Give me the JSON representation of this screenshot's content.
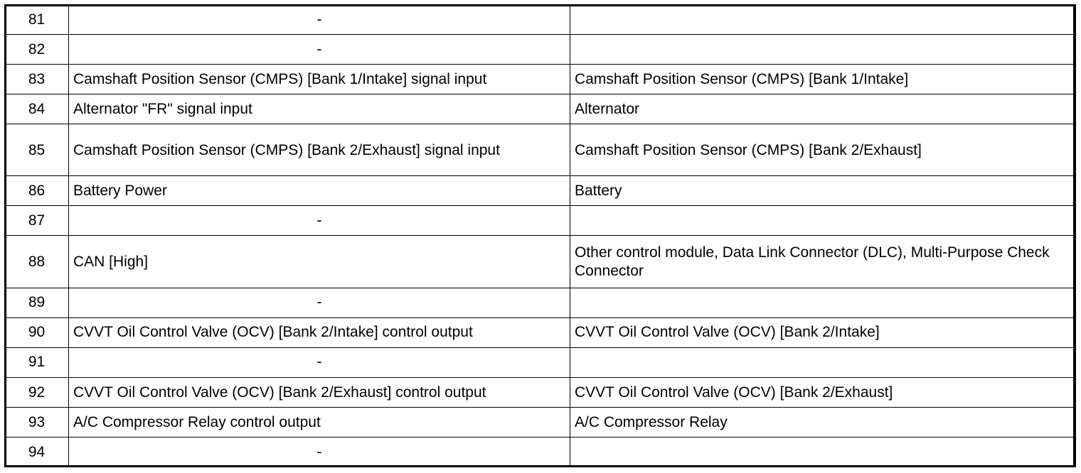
{
  "table": {
    "rows": [
      {
        "pin": "81",
        "description": "-",
        "connected_to": ""
      },
      {
        "pin": "82",
        "description": "-",
        "connected_to": ""
      },
      {
        "pin": "83",
        "description": "Camshaft Position Sensor (CMPS) [Bank 1/Intake] signal input",
        "connected_to": "Camshaft Position Sensor (CMPS) [Bank 1/Intake]"
      },
      {
        "pin": "84",
        "description": "Alternator \"FR\" signal input",
        "connected_to": "Alternator"
      },
      {
        "pin": "85",
        "description": "Camshaft Position Sensor (CMPS) [Bank 2/Exhaust] signal input",
        "connected_to": "Camshaft Position Sensor (CMPS) [Bank 2/Exhaust]"
      },
      {
        "pin": "86",
        "description": "Battery Power",
        "connected_to": "Battery"
      },
      {
        "pin": "87",
        "description": "-",
        "connected_to": ""
      },
      {
        "pin": "88",
        "description": "CAN [High]",
        "connected_to": "Other control module, Data Link Connector (DLC), Multi-Purpose Check Connector"
      },
      {
        "pin": "89",
        "description": "-",
        "connected_to": ""
      },
      {
        "pin": "90",
        "description": "CVVT Oil Control Valve (OCV) [Bank 2/Intake] control output",
        "connected_to": "CVVT Oil Control Valve (OCV) [Bank 2/Intake]"
      },
      {
        "pin": "91",
        "description": "-",
        "connected_to": ""
      },
      {
        "pin": "92",
        "description": "CVVT Oil Control Valve (OCV) [Bank 2/Exhaust] control output",
        "connected_to": "CVVT Oil Control Valve (OCV) [Bank 2/Exhaust]"
      },
      {
        "pin": "93",
        "description": "A/C Compressor Relay control output",
        "connected_to": "A/C Compressor Relay"
      },
      {
        "pin": "94",
        "description": "-",
        "connected_to": ""
      }
    ]
  }
}
